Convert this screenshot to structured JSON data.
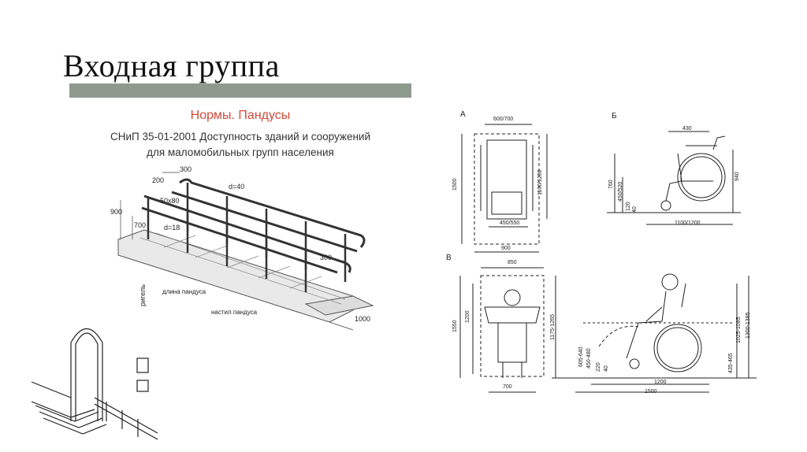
{
  "slide": {
    "title": "Входная группа"
  },
  "ramp_panel": {
    "heading": "Нормы. Пандусы",
    "subheading_line1": "СНиП 35-01-2001 Доступность зданий и сооружений",
    "subheading_line2": "для маломобильных групп населения",
    "dims": {
      "d300_top": "300",
      "d200": "200",
      "d40": "d=40",
      "d50x80": "50х80",
      "d900": "900",
      "d700": "700",
      "d18": "d=18",
      "d300_right": "300",
      "rigel": "ригель",
      "ramp_length": "длина пандуса",
      "ramp_floor": "настил пандуса",
      "d1000": "1000"
    }
  },
  "wheelchair_panel": {
    "label_a": "А",
    "label_b": "Б",
    "label_v": "В",
    "a_dims": {
      "top": "600/700",
      "left": "1500",
      "right": "1100/1200",
      "inner": "450/550",
      "bottom": "900"
    },
    "b_dims": {
      "top": "430",
      "h760": "760",
      "h450": "450/520",
      "h120": "120",
      "h40": "40",
      "h940": "940",
      "bottom": "1100/1200"
    },
    "v_dims": {
      "top": "850",
      "h1550": "1550",
      "h1200": "1200",
      "bottom": "700"
    },
    "g_dims": {
      "h1175": "1175-1265",
      "h605": "605-640",
      "h450": "450-480",
      "h220": "220",
      "h40": "40",
      "h1025": "1025-1085",
      "h1300": "1300-1385",
      "h435": "435-465",
      "w1200": "1200",
      "w1500": "1500"
    }
  }
}
